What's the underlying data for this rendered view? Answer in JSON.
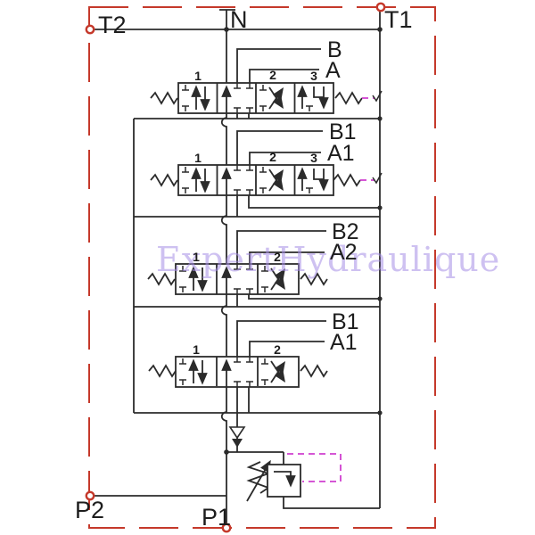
{
  "terminals": {
    "t2": "T2",
    "n": "N",
    "t1": "T1",
    "p2": "P2",
    "p1": "P1"
  },
  "valves": [
    {
      "ports": [
        "B",
        "A"
      ],
      "positions": [
        "1",
        "2",
        "3"
      ]
    },
    {
      "ports": [
        "B1",
        "A1"
      ],
      "positions": [
        "1",
        "2",
        "3"
      ]
    },
    {
      "ports": [
        "B2",
        "A2"
      ],
      "positions": [
        "1",
        "2"
      ]
    },
    {
      "ports": [
        "B1",
        "A1"
      ],
      "positions": [
        "1",
        "2"
      ]
    }
  ],
  "watermark": "ExpertHydraulique",
  "colors": {
    "line": "#2b2b2b",
    "border_red": "#c5392b",
    "magenta": "#cf3fcf",
    "watermark": "rgba(165,142,230,0.55)",
    "background": "#ffffff"
  }
}
